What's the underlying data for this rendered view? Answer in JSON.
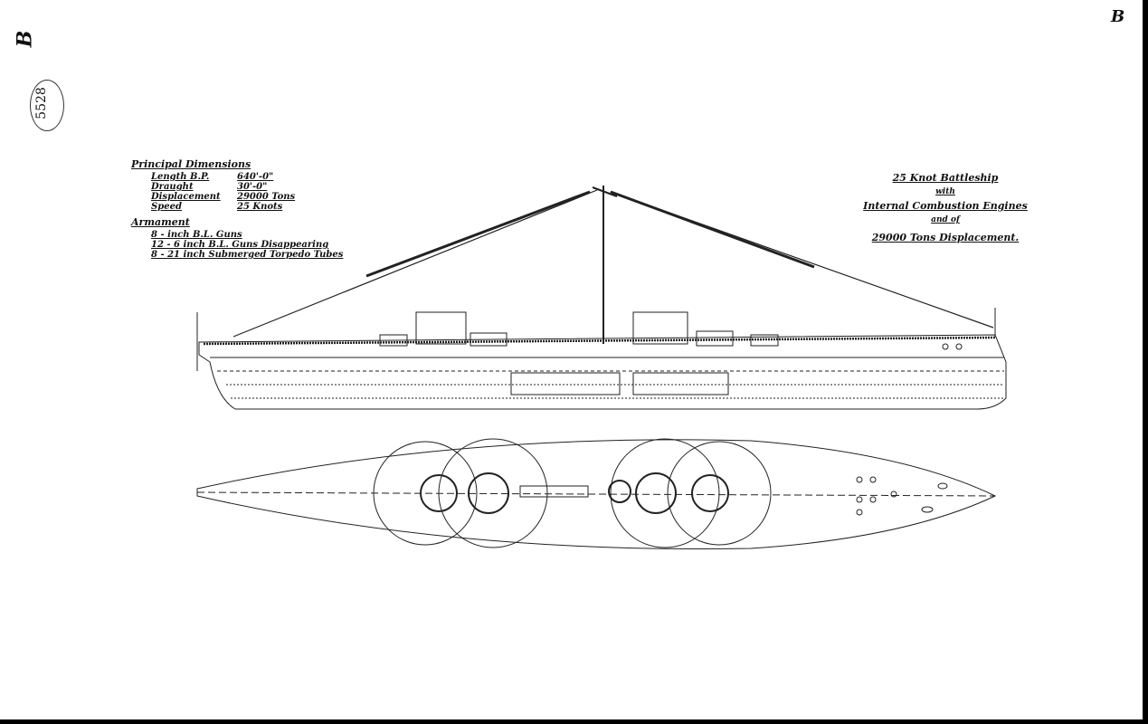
{
  "corner_marks": {
    "top_left": "B",
    "top_right": "B",
    "stamp_number": "5528"
  },
  "principal_dimensions": {
    "heading": "Principal Dimensions",
    "rows": [
      {
        "label": "Length B.P.",
        "value": "640'-0\""
      },
      {
        "label": "Draught",
        "value": "30'-0\""
      },
      {
        "label": "Displacement",
        "value": "29000 Tons"
      },
      {
        "label": "Speed",
        "value": "25 Knots"
      }
    ]
  },
  "armament": {
    "heading": "Armament",
    "items": [
      "8 - inch B.L. Guns",
      "12 - 6 inch B.L. Guns Disappearing",
      "8 - 21 inch Submerged Torpedo Tubes"
    ]
  },
  "title_block": {
    "lines": [
      "25 Knot Battleship",
      "with",
      "Internal Combustion Engines",
      "and of",
      "29000 Tons Displacement."
    ]
  }
}
